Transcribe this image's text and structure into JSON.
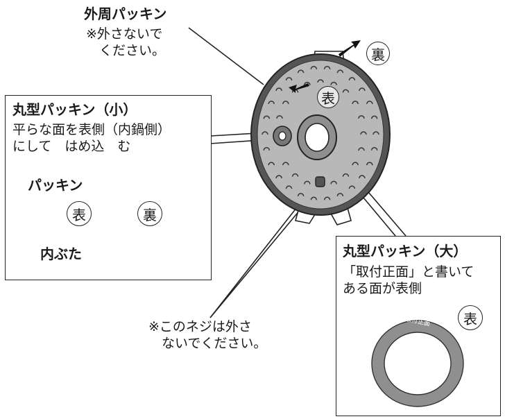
{
  "labels": {
    "outer_gasket_title": "外周パッキン",
    "outer_gasket_note": "※外さないで\n　ください。",
    "small_title": "丸型パッキン（小）",
    "small_desc": "平らな面を表側（内鍋側）\nにして　はめ込　む",
    "packing": "パッキン",
    "inner_lid": "内ぶた",
    "large_title": "丸型パッキン（大）",
    "large_desc": "「取付正面」と書いて\nある面が表側",
    "ring_text": "取付正面",
    "screw_note": "※このネジは外さ\n　ないでください。"
  },
  "marks": {
    "front": "表",
    "back": "裏"
  },
  "colors": {
    "line": "#222222",
    "lid_fill": "#b8b8b8",
    "lid_rim": "#555555",
    "ring_fill": "#8f8f8f"
  }
}
